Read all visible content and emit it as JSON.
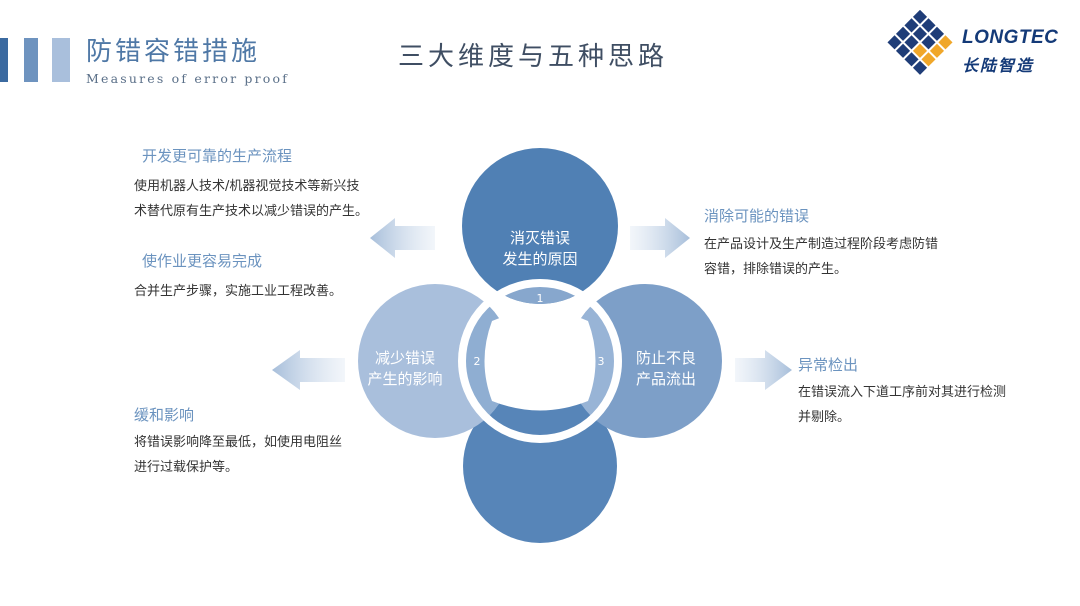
{
  "header": {
    "title_cn": "防错容错措施",
    "title_en": "Measures of error proof",
    "main_title": "三大维度与五种思路"
  },
  "logo": {
    "text_en": "LONGTEC",
    "text_cn": "长陆智造",
    "colors": [
      "#1f3d78",
      "#f0a72a"
    ]
  },
  "circles": {
    "top": {
      "label_line1": "消灭错误",
      "label_line2": "发生的原因",
      "number": "1"
    },
    "left": {
      "label_line1": "减少错误",
      "label_line2": "产生的影响",
      "number": "2"
    },
    "right": {
      "label_line1": "防止不良",
      "label_line2": "产品流出",
      "number": "3"
    }
  },
  "strategies": [
    {
      "heading": "开发更可靠的生产流程",
      "desc_line1": "使用机器人技术/机器视觉技术等新兴技",
      "desc_line2": "术替代原有生产技术以减少错误的产生。"
    },
    {
      "heading": "使作业更容易完成",
      "desc_line1": "合并生产步骤，实施工业工程改善。"
    },
    {
      "heading": "缓和影响",
      "desc_line1": "将错误影响降至最低，如使用电阻丝",
      "desc_line2": "进行过载保护等。"
    },
    {
      "heading": "消除可能的错误",
      "desc_line1": "在产品设计及生产制造过程阶段考虑防错",
      "desc_line2": "容错，排除错误的产生。"
    },
    {
      "heading": "异常检出",
      "desc_line1": "在错误流入下道工序前对其进行检测",
      "desc_line2": "并剔除。"
    }
  ],
  "colors": {
    "accent": "#4f78a6",
    "circle_dark": "#4d7bb0",
    "circle_mid": "#7d9fc8",
    "circle_light": "#a9bfdc",
    "heading": "#6b93bf"
  }
}
